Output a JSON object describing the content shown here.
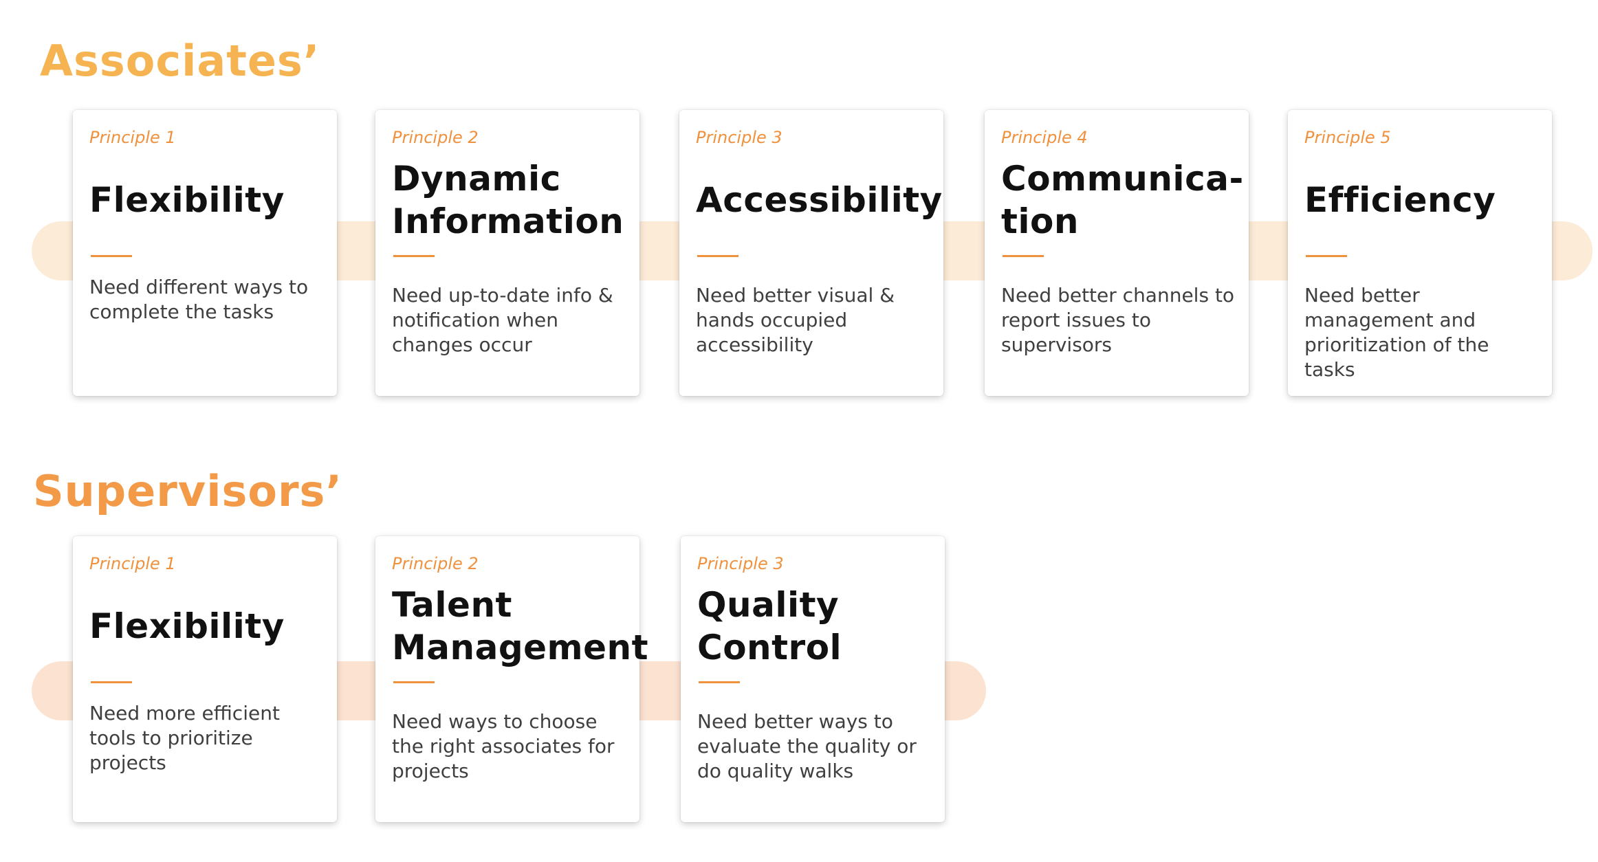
{
  "associates": {
    "title": "Associates’",
    "cards": [
      {
        "principle": "Principle 1",
        "heading_lines": [
          "Flexibility"
        ],
        "description": "Need different ways to complete the tasks"
      },
      {
        "principle": "Principle 2",
        "heading_lines": [
          "Dynamic",
          "Information"
        ],
        "description": "Need up-to-date info & notification when changes occur"
      },
      {
        "principle": "Principle 3",
        "heading_lines": [
          "Accessibility"
        ],
        "description": "Need better visual & hands occupied accessibility"
      },
      {
        "principle": "Principle 4",
        "heading_lines": [
          "Communica-",
          "tion"
        ],
        "description": "Need better channels to report  issues to supervisors"
      },
      {
        "principle": "Principle 5",
        "heading_lines": [
          "Efficiency"
        ],
        "description": "Need better management and prioritization of the tasks"
      }
    ]
  },
  "supervisors": {
    "title": "Supervisors’",
    "cards": [
      {
        "principle": "Principle 1",
        "heading_lines": [
          "Flexibility"
        ],
        "description": "Need more efficient tools to prioritize projects"
      },
      {
        "principle": "Principle 2",
        "heading_lines": [
          "Talent",
          "Management"
        ],
        "description": "Need ways to choose the right associates for projects"
      },
      {
        "principle": "Principle 3",
        "heading_lines": [
          "Quality",
          "Control"
        ],
        "description": "Need better ways to evaluate the quality or do quality walks"
      }
    ]
  },
  "colors": {
    "associates_title": "#f5b451",
    "supervisors_title": "#f39a48",
    "accent": "#f0913d",
    "associates_band": "#fcebd6",
    "supervisors_band": "#fce3d1"
  }
}
